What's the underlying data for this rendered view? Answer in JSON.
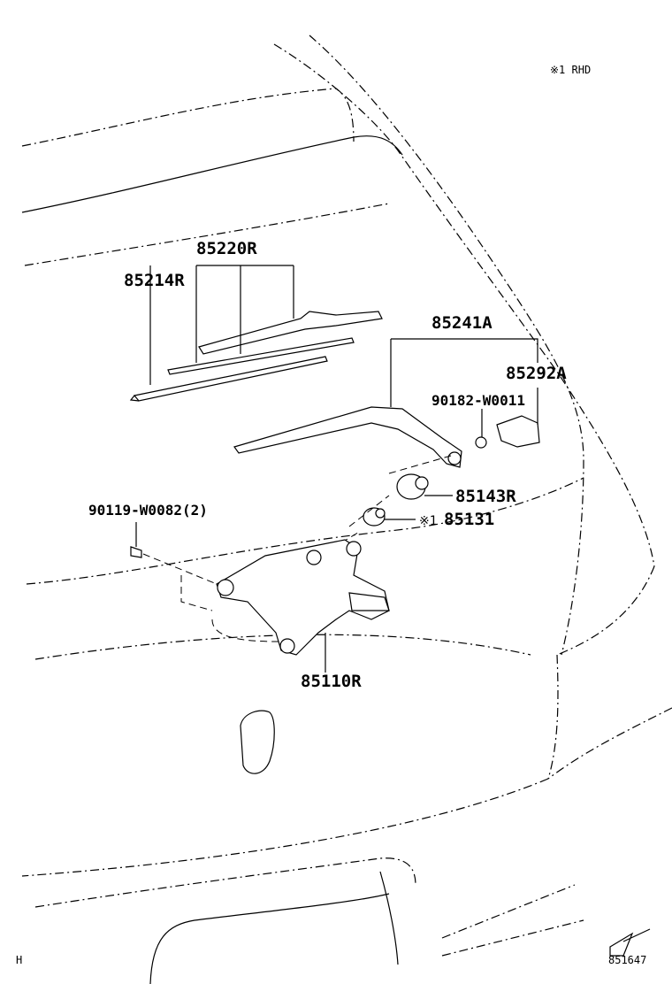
{
  "diagram": {
    "note": "※1 RHD",
    "corner_code": "H",
    "figure_number": "851647",
    "parts": [
      {
        "id": "85220R",
        "name": "wiper-blade"
      },
      {
        "id": "85214R",
        "name": "wiper-blade-rubber"
      },
      {
        "id": "85241A",
        "name": "wiper-arm"
      },
      {
        "id": "85292A",
        "name": "wiper-arm-cap"
      },
      {
        "id": "90182-W0011",
        "name": "nut"
      },
      {
        "id": "85143R",
        "name": "pivot-cap"
      },
      {
        "id": "85131",
        "prefix": "※1",
        "name": "grommet"
      },
      {
        "id": "90119-W0082(2)",
        "name": "bolt"
      },
      {
        "id": "85110R",
        "name": "wiper-motor"
      }
    ]
  }
}
